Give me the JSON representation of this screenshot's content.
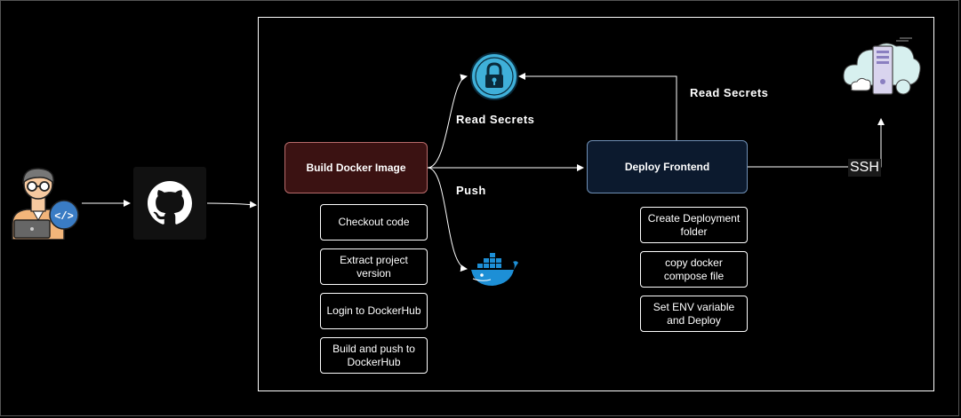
{
  "nodes": {
    "build": "Build Docker Image",
    "deploy": "Deploy Frontend"
  },
  "build_steps": [
    "Checkout code",
    "Extract project version",
    "Login to DockerHub",
    "Build and push to DockerHub"
  ],
  "deploy_steps": [
    "Create Deployment folder",
    "copy docker compose file",
    "Set ENV variable and Deploy"
  ],
  "edge_labels": {
    "read_secrets_build": "Read Secrets",
    "push": "Push",
    "read_secrets_deploy": "Read Secrets",
    "ssh": "SSH"
  },
  "icons": {
    "developer": "developer-icon",
    "github": "github-icon",
    "secrets": "lock-icon",
    "registry": "docker-icon",
    "server": "cloud-server-icon"
  },
  "colors": {
    "build_fill": "#3b1212",
    "deploy_fill": "#0c1a2e",
    "lock_fill": "#3fb0d9",
    "docker_fill": "#1d8fd6"
  }
}
